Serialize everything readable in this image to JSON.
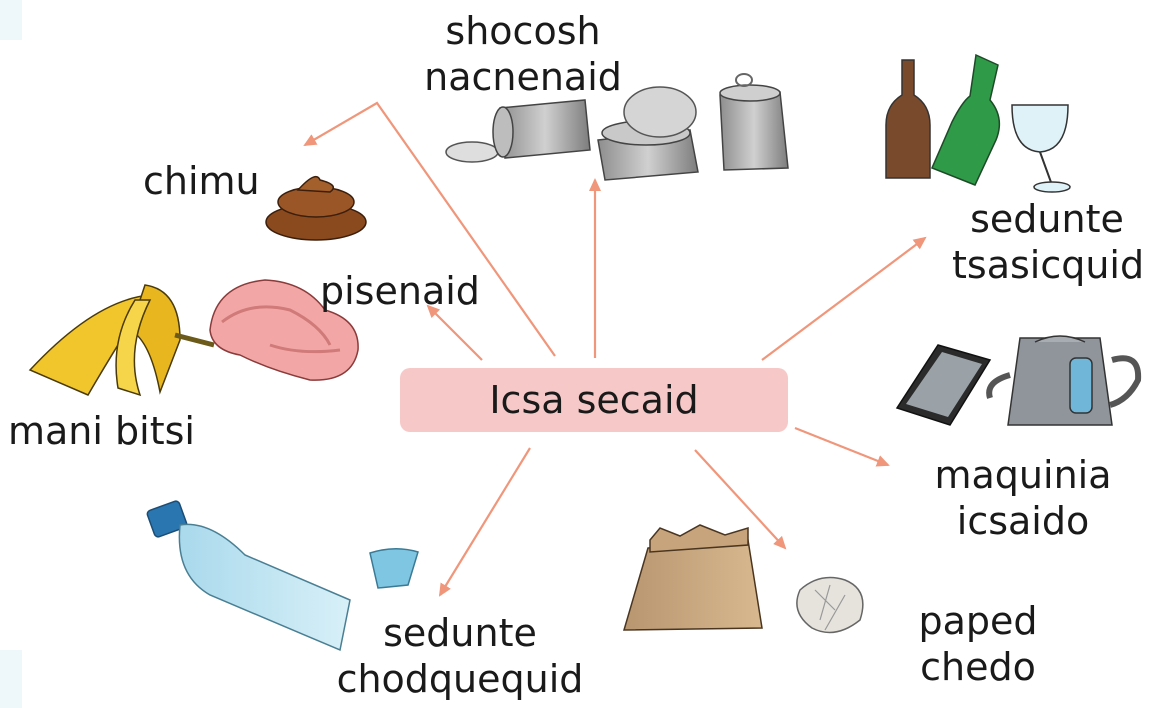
{
  "center": {
    "label": "Icsa secaid"
  },
  "categories": {
    "metal": {
      "line1": "shocosh",
      "line2": "nacnenaid"
    },
    "feces": {
      "label": "chimu"
    },
    "meat": {
      "label": "pisenaid"
    },
    "peel": {
      "label": "mani bitsi"
    },
    "glass": {
      "line1": "sedunte",
      "line2": "tsasicquid"
    },
    "electronics": {
      "line1": "maquinia",
      "line2": "icsaido"
    },
    "plastic": {
      "line1": "sedunte",
      "line2": "chodquequid"
    },
    "paper": {
      "line1": "paped",
      "line2": "chedo"
    }
  },
  "colors": {
    "arrow": "#f0967a",
    "center_fill": "#f6c9c8"
  }
}
